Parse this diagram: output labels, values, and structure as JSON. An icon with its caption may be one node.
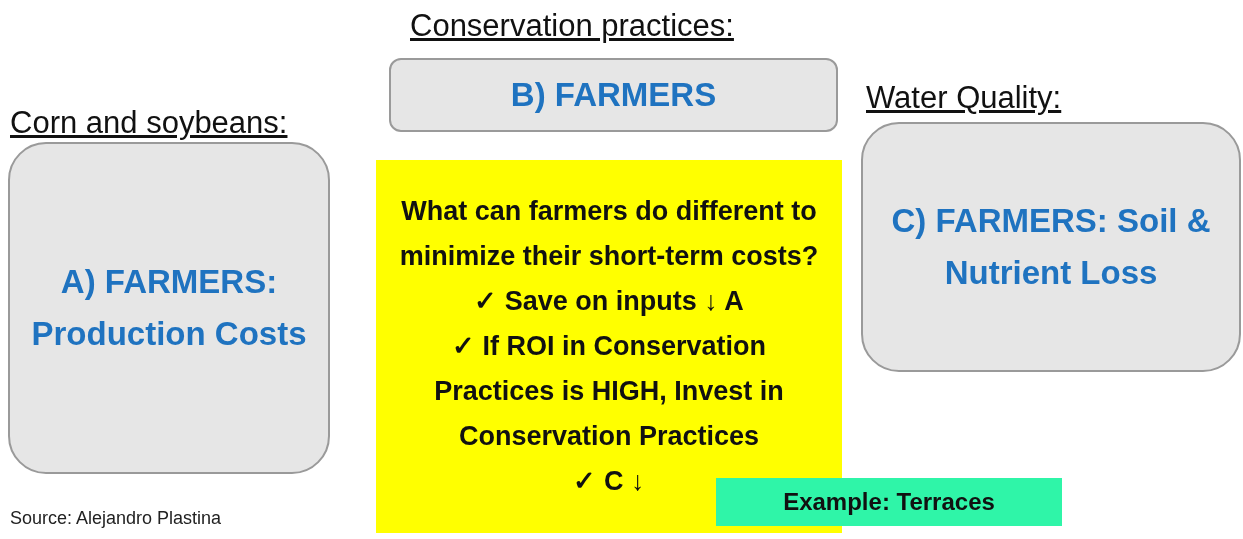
{
  "diagram": {
    "nodes": [
      {
        "text": [
          "Corn and soybeans:",
          "A) FARMERS: Production Costs"
        ]
      },
      {
        "text": [
          "Conservation practices:",
          "B) FARMERS"
        ]
      },
      {
        "text": [
          "Water Quality:",
          "C) FARMERS: Soil & Nutrient Loss"
        ]
      },
      {
        "text": [
          "What can farmers do different to minimize their short-term costs?",
          "✓ Save on inputs ↓ A",
          "✓ If ROI in Conservation Practices is HIGH, Invest in Conservation Practices",
          "✓ C ↓"
        ]
      },
      {
        "text": [
          "Example: Terraces"
        ]
      }
    ],
    "edges": [],
    "labels": [
      "Source: Alejandro Plastina"
    ]
  }
}
